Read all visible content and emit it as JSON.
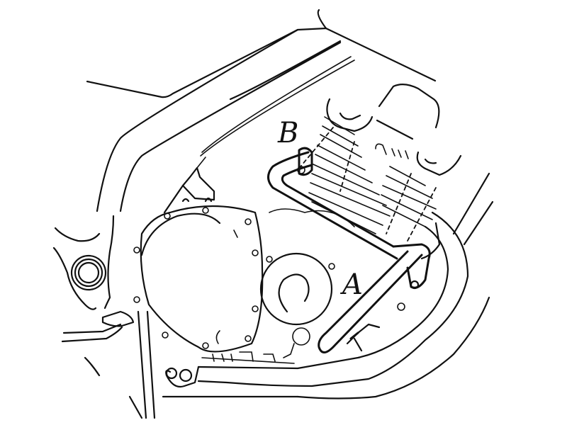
{
  "diagram": {
    "subject": "Motorcycle engine guard (crash bar) mounting diagram",
    "style": "black line drawing on white",
    "colors": {
      "line": "#111111",
      "background": "#ffffff"
    },
    "callouts": [
      {
        "id": "B",
        "label": "B",
        "points_to": "upper crash bar mount at cylinder head"
      },
      {
        "id": "A",
        "label": "A",
        "points_to": "lower crash bar bracket at front of engine"
      }
    ]
  }
}
